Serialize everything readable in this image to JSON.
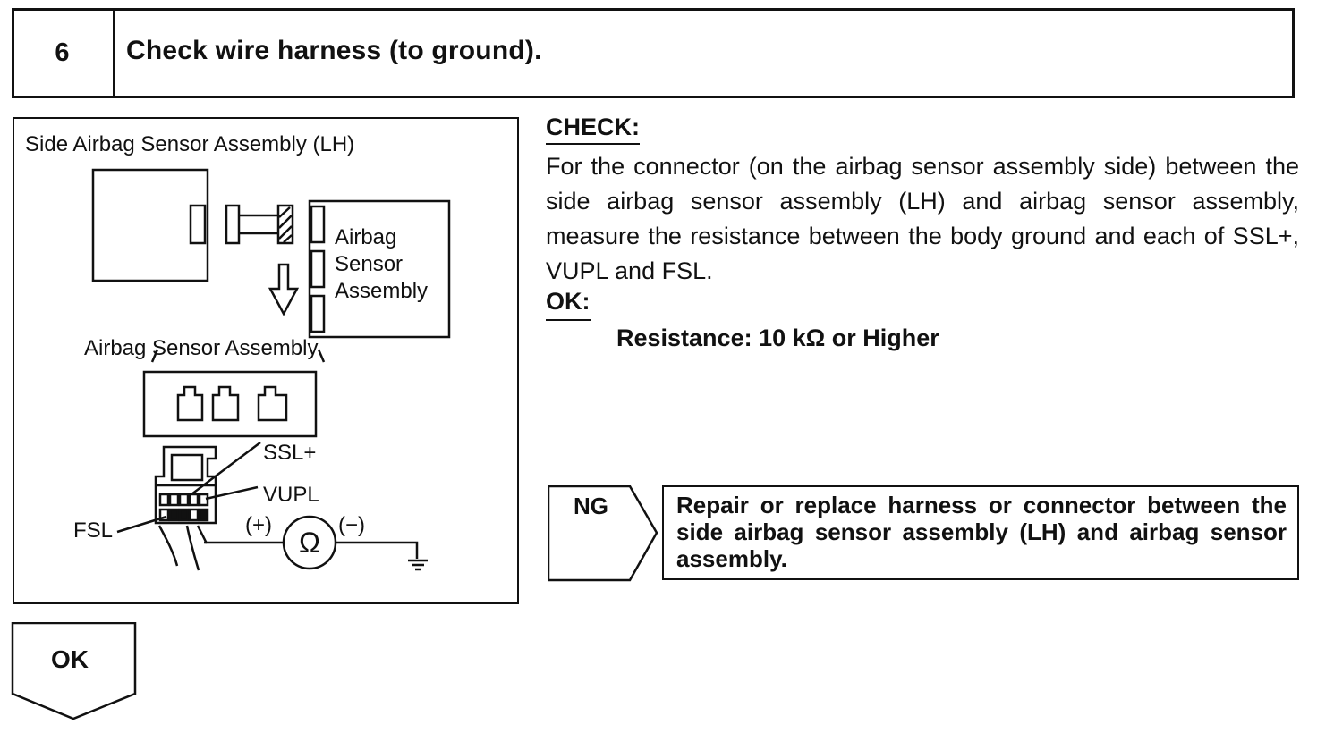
{
  "step": {
    "number": "6",
    "title": "Check wire harness (to ground)."
  },
  "figure": {
    "title": "Side Airbag Sensor Assembly (LH)",
    "sensor_box_label_line1": "Airbag",
    "sensor_box_label_line2": "Sensor",
    "sensor_box_label_line3": "Assembly",
    "connector_label": "Airbag Sensor Assembly",
    "ssl_label": "SSL+",
    "vupl_label": "VUPL",
    "fsl_label": "FSL",
    "plus_label": "(+)",
    "minus_label": "(−)",
    "ohm_symbol": "Ω"
  },
  "check": {
    "label": "CHECK:",
    "text": "For the connector (on the airbag sensor assembly side) between the side airbag sensor assembly (LH) and airbag sensor assembly, measure the resistance between the body ground and each of SSL+, VUPL and FSL."
  },
  "ok_spec": {
    "label": "OK:",
    "value": "Resistance: 10 kΩ or Higher"
  },
  "ng": {
    "label": "NG",
    "text": "Repair or replace harness or connector between the side airbag sensor assembly (LH) and airbag sensor assembly."
  },
  "ok_next": {
    "label": "OK"
  }
}
